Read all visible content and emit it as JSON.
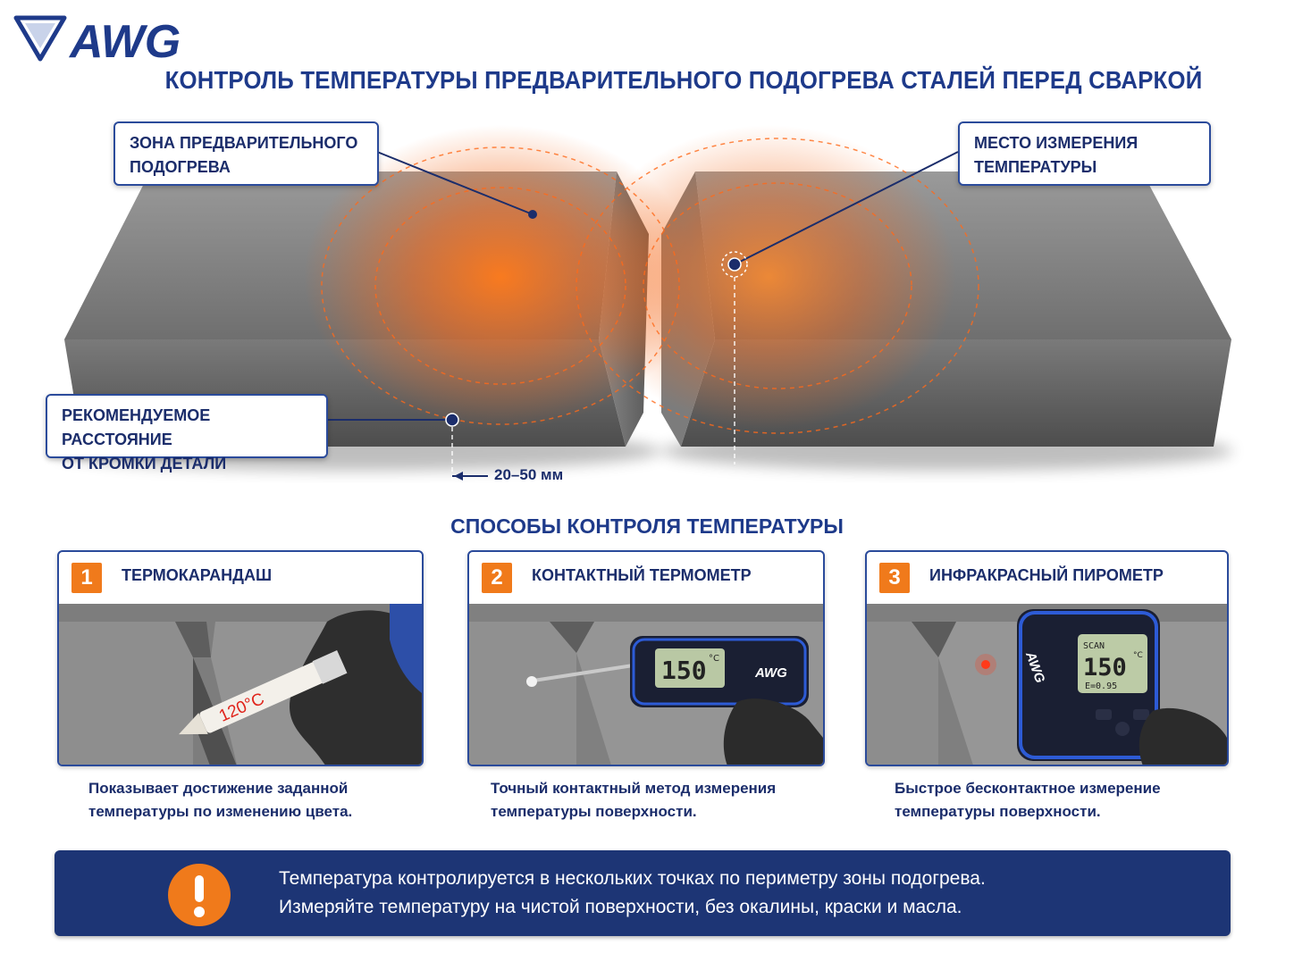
{
  "brand": {
    "logo_text": "AWG",
    "accent": "#f07a1b",
    "primary": "#1e3a8a",
    "dark": "#1d3575"
  },
  "title": "КОНТРОЛЬ ТЕМПЕРАТУРЫ ПРЕДВАРИТЕЛЬНОГО ПОДОГРЕВА СТАЛЕЙ ПЕРЕД СВАРКОЙ",
  "diagram": {
    "callouts": {
      "preheat_zone": {
        "line1": "ЗОНА ПРЕДВАРИТЕЛЬНОГО",
        "line2": "ПОДОГРЕВА"
      },
      "measure_point": {
        "line1": "МЕСТО ИЗМЕРЕНИЯ",
        "line2": "ТЕМПЕРАТУРЫ"
      },
      "distance": {
        "line1": "РЕКОМЕНДУЕМОЕ РАССТОЯНИЕ",
        "line2": "ОТ КРОМКИ ДЕТАЛИ"
      }
    },
    "distance_label": "20–50 мм"
  },
  "methods": {
    "title": "СПОСОБЫ КОНТРОЛЯ ТЕМПЕРАТУРЫ",
    "items": [
      {
        "number": "1",
        "title": "ТЕРМОКАРАНДАШ",
        "tool_text": "120°C",
        "desc_line1": "Показывает достижение заданной",
        "desc_line2": "температуры по изменению цвета."
      },
      {
        "number": "2",
        "title": "КОНТАКТНЫЙ ТЕРМОМЕТР",
        "display": "150",
        "unit": "°C",
        "device_logo": "AWG",
        "desc_line1": "Точный контактный метод измерения",
        "desc_line2": "температуры поверхности."
      },
      {
        "number": "3",
        "title": "ИНФРАКРАСНЫЙ ПИРОМЕТР",
        "mode": "SCAN",
        "display": "150",
        "unit": "°C",
        "emissivity": "E=0.95",
        "device_logo": "AWG",
        "desc_line1": "Быстрое бесконтактное измерение",
        "desc_line2": "температуры поверхности."
      }
    ]
  },
  "notice": {
    "icon": "exclamation-icon",
    "line1": "Температура контролируется в нескольких точках по периметру зоны подогрева.",
    "line2": "Измеряйте температуру на чистой поверхности, без окалины, краски и масла."
  }
}
